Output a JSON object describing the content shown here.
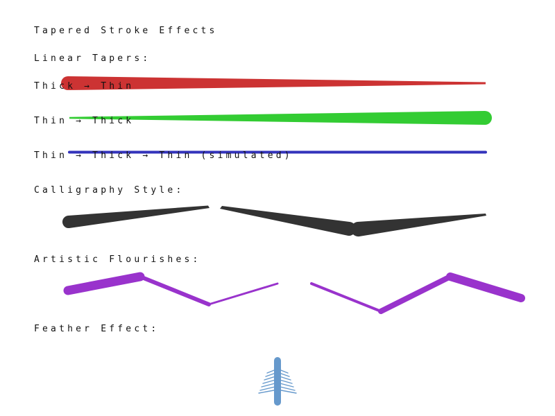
{
  "title": "Tapered Stroke Effects",
  "sections": {
    "linear": {
      "heading": "Linear Tapers:",
      "thick_thin_label": "Thick → Thin",
      "thin_thick_label": "Thin → Thick",
      "thin_thick_thin_label": "Thin → Thick → Thin (simulated)"
    },
    "calligraphy": {
      "heading": "Calligraphy Style:"
    },
    "flourishes": {
      "heading": "Artistic Flourishes:"
    },
    "feather": {
      "heading": "Feather Effect:"
    }
  },
  "colors": {
    "red_stroke": "#cc3333",
    "green_stroke": "#33cc33",
    "blue_stroke": "#3333bb",
    "calligraphy_stroke": "#333333",
    "flourish_stroke": "#9933cc",
    "feather_stroke": "#6699cc",
    "label_text": "#111111"
  }
}
